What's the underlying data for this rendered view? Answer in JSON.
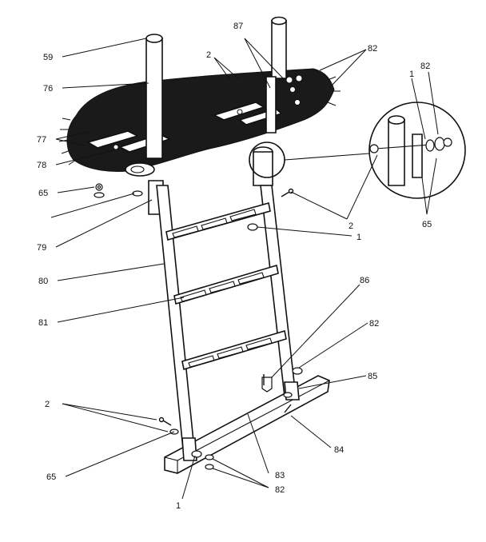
{
  "labels": {
    "l59": "59",
    "l76": "76",
    "l77": "77",
    "l78": "78",
    "l65a": "65",
    "l79": "79",
    "l80": "80",
    "l81": "81",
    "l2a": "2",
    "l65b": "65",
    "l1a": "1",
    "l2b": "2",
    "l87": "87",
    "l82a": "82",
    "l2c": "2",
    "l1b": "1",
    "l1c": "1",
    "l82b": "82",
    "l65c": "65",
    "l86": "86",
    "l82c": "82",
    "l85": "85",
    "l84": "84",
    "l83": "83",
    "l82d": "82"
  },
  "colors": {
    "line": "#111111",
    "fill": "#ffffff",
    "deck": "#1a1a1a"
  }
}
